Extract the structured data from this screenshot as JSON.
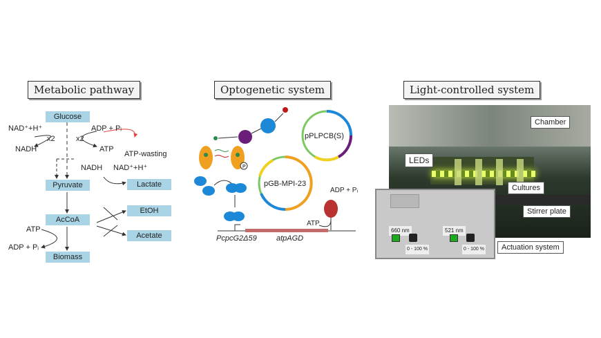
{
  "panels": {
    "metabolic": {
      "title": "Metabolic pathway",
      "nodes": {
        "glucose": "Glucose",
        "pyruvate": "Pyruvate",
        "accoa": "AcCoA",
        "biomass": "Biomass",
        "lactate": "Lactate",
        "etoh": "EtOH",
        "acetate": "Acetate"
      },
      "labels": {
        "nad_h": "NAD⁺+H⁺",
        "x2_left": "x2",
        "x2_right": "x2",
        "nadh_left": "NADH",
        "adp_pi_top": "ADP + Pᵢ",
        "atp_top": "ATP",
        "atp_wasting": "ATP-wasting",
        "nadh_mid": "NADH",
        "nad_h_mid": "NAD⁺+H⁺",
        "atp_bottom": "ATP",
        "adp_pi_bottom": "ADP + Pᵢ"
      }
    },
    "optogenetic": {
      "title": "Optogenetic system",
      "plasmid1": "pPLPCB(S)",
      "plasmid2": "pGB-MPI-23",
      "adp_pi": "ADP + Pᵢ",
      "atp": "ATP",
      "promoter": "PcpcG2Δ59",
      "gene": "atpAGD",
      "p_badge": "P"
    },
    "light": {
      "title": "Light-controlled system",
      "callouts": {
        "chamber": "Chamber",
        "leds": "LEDs",
        "cultures": "Cultures",
        "stirrer": "Stirrer plate",
        "actuation": "Actuation system"
      },
      "device": {
        "nm660": "660 nm",
        "nm521": "521 nm",
        "range1": "0 - 100 %",
        "range2": "0 - 100 %"
      }
    }
  },
  "colors": {
    "node_fill": "#a8d4e6",
    "red_arrow": "#e04040",
    "orange": "#f0a020",
    "blue": "#1e88d8",
    "purple": "#6a1e7a",
    "plasmid_yellow": "#f0d020",
    "plasmid_green": "#7cc860"
  }
}
